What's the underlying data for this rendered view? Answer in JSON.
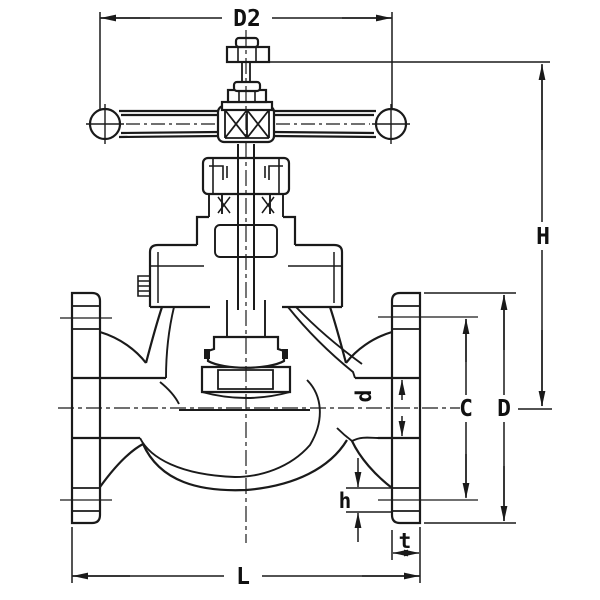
{
  "drawing": {
    "type": "engineering-dimension-drawing",
    "subject": "flanged globe valve cross-section",
    "labels": {
      "handwheel_diameter": "D2",
      "overall_height": "H",
      "bore_diameter": "d",
      "bolt_circle_diameter": "C",
      "flange_outer_diameter": "D",
      "bolt_hole_diameter": "h",
      "flange_thickness": "t",
      "face_to_face_length": "L"
    },
    "colors": {
      "line": "#1a1a1a",
      "background": "#ffffff"
    }
  }
}
